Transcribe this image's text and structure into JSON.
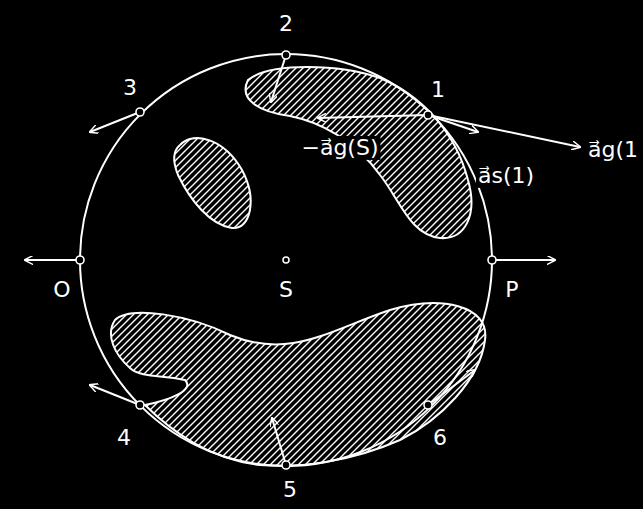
{
  "diagram": {
    "labels": [
      "2",
      "1",
      "−a⃗g(S)",
      "a⃗g(1",
      "3",
      "a⃗s(1)",
      "O",
      "S",
      "P",
      "4",
      "6",
      "5"
    ]
  }
}
